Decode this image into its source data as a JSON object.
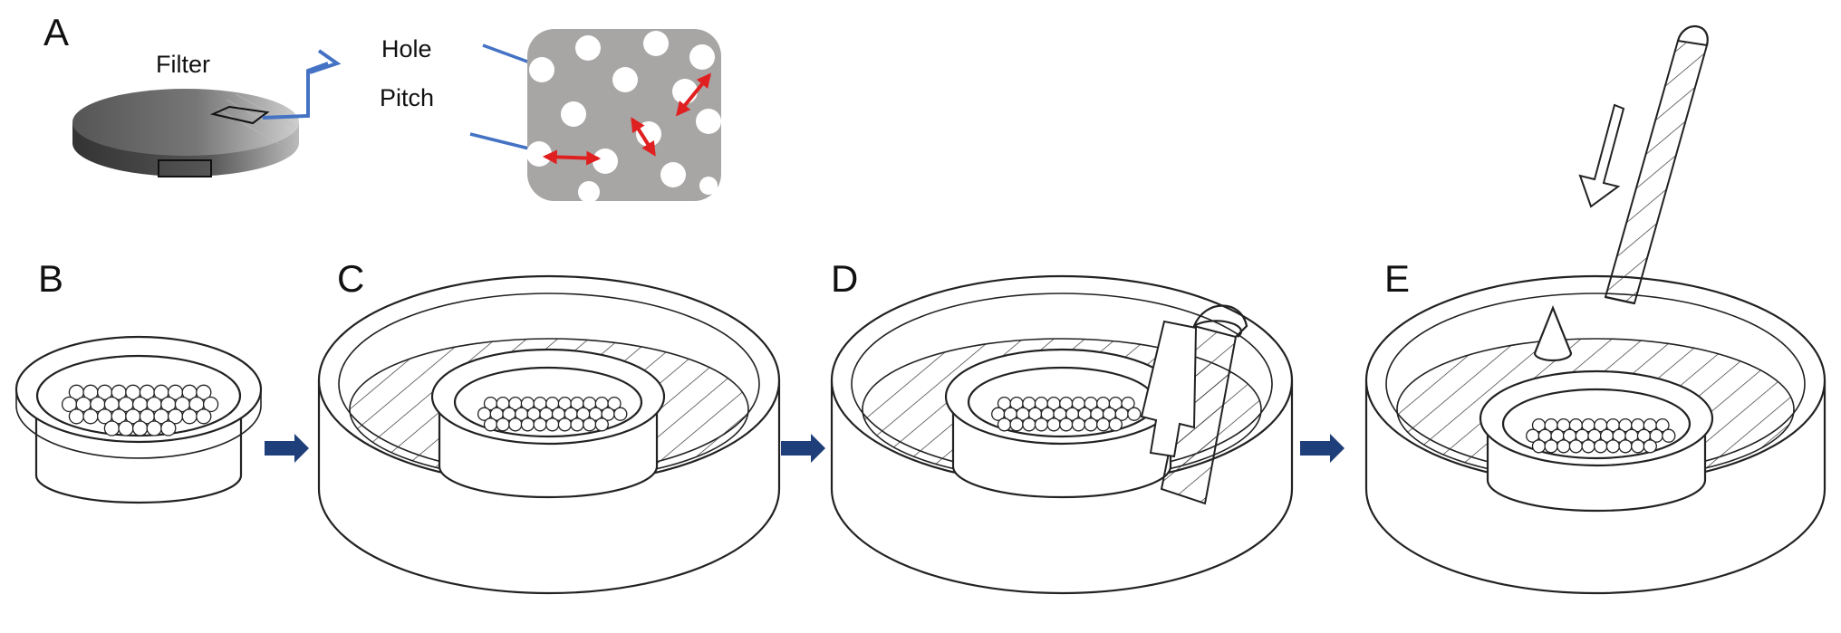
{
  "figure": {
    "panel_labels": {
      "a": "A",
      "b": "B",
      "c": "C",
      "d": "D",
      "e": "E"
    },
    "annotations": {
      "filter": "Filter",
      "hole": "Hole",
      "pitch": "Pitch"
    },
    "colors": {
      "pointer_line": "#4472C4",
      "pitch_arrow": "#E02020",
      "step_arrow": "#1F3F7A",
      "filter_surface": "#A8A5A5"
    }
  }
}
